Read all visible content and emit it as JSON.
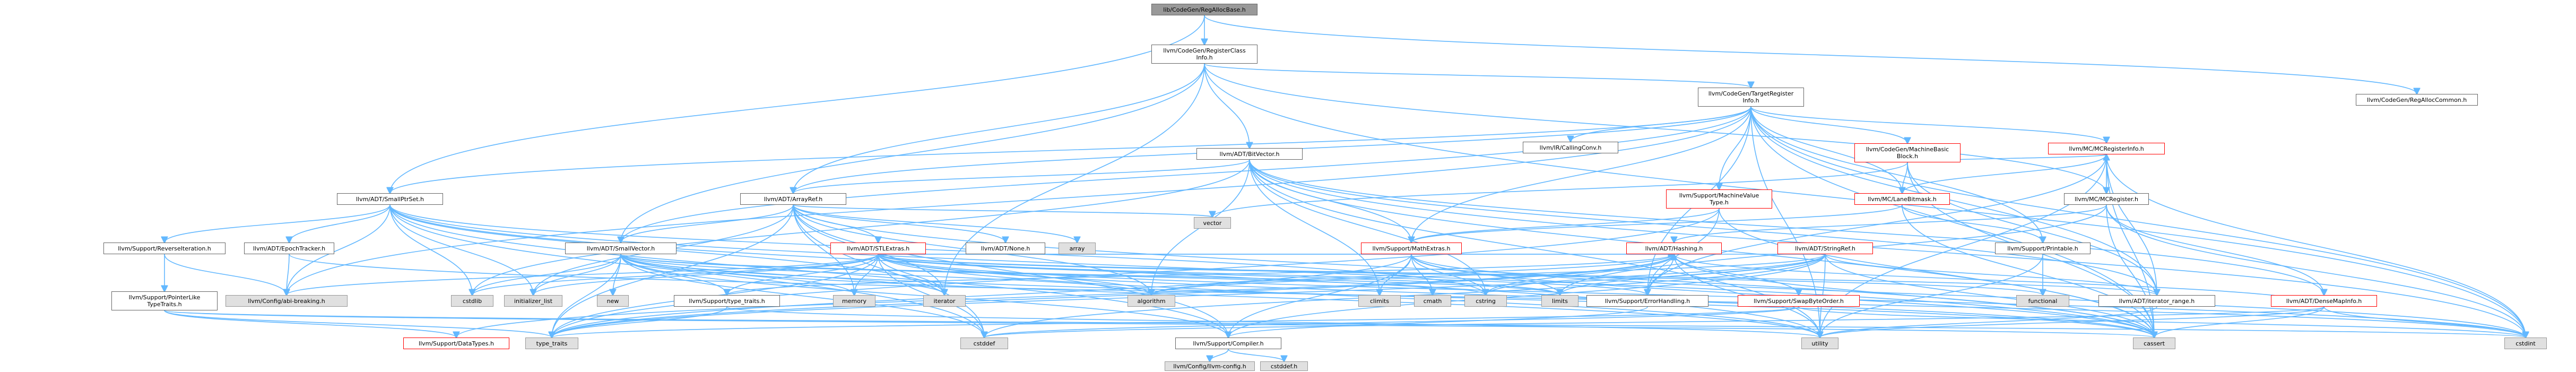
{
  "graph": {
    "nodes": [
      {
        "id": "root",
        "label": "lib/CodeGen/RegAllocBase.h",
        "kind": "root"
      },
      {
        "id": "rci",
        "label": "llvm/CodeGen/RegisterClass\nInfo.h",
        "kind": "file"
      },
      {
        "id": "rac",
        "label": "llvm/CodeGen/RegAllocCommon.h",
        "kind": "file"
      },
      {
        "id": "sps",
        "label": "llvm/ADT/SmallPtrSet.h",
        "kind": "file"
      },
      {
        "id": "tri",
        "label": "llvm/CodeGen/TargetRegister\nInfo.h",
        "kind": "file"
      },
      {
        "id": "bv",
        "label": "llvm/ADT/BitVector.h",
        "kind": "file"
      },
      {
        "id": "mbb",
        "label": "llvm/CodeGen/MachineBasic\nBlock.h",
        "kind": "linked"
      },
      {
        "id": "mcri",
        "label": "llvm/MC/MCRegisterInfo.h",
        "kind": "linked"
      },
      {
        "id": "cc",
        "label": "llvm/IR/CallingConv.h",
        "kind": "file"
      },
      {
        "id": "ar",
        "label": "llvm/ADT/ArrayRef.h",
        "kind": "file"
      },
      {
        "id": "mvt",
        "label": "llvm/Support/MachineValue\nType.h",
        "kind": "linked"
      },
      {
        "id": "lbm",
        "label": "llvm/MC/LaneBitmask.h",
        "kind": "linked"
      },
      {
        "id": "mcr",
        "label": "llvm/MC/MCRegister.h",
        "kind": "file"
      },
      {
        "id": "rev",
        "label": "llvm/Support/ReverseIteration.h",
        "kind": "file"
      },
      {
        "id": "ept",
        "label": "llvm/ADT/EpochTracker.h",
        "kind": "file"
      },
      {
        "id": "sv",
        "label": "llvm/ADT/SmallVector.h",
        "kind": "file"
      },
      {
        "id": "stl",
        "label": "llvm/ADT/STLExtras.h",
        "kind": "linked"
      },
      {
        "id": "none",
        "label": "llvm/ADT/None.h",
        "kind": "file"
      },
      {
        "id": "array",
        "label": "array",
        "kind": "system"
      },
      {
        "id": "vector",
        "label": "vector",
        "kind": "system"
      },
      {
        "id": "mex",
        "label": "llvm/Support/MathExtras.h",
        "kind": "linked"
      },
      {
        "id": "hash",
        "label": "llvm/ADT/Hashing.h",
        "kind": "linked"
      },
      {
        "id": "sref",
        "label": "llvm/ADT/StringRef.h",
        "kind": "linked"
      },
      {
        "id": "prn",
        "label": "llvm/Support/Printable.h",
        "kind": "file"
      },
      {
        "id": "ptlt",
        "label": "llvm/Support/PointerLike\nTypeTraits.h",
        "kind": "file"
      },
      {
        "id": "cfgbr",
        "label": "llvm/Config/abi-breaking.h",
        "kind": "system"
      },
      {
        "id": "cstdlib",
        "label": "cstdlib",
        "kind": "system"
      },
      {
        "id": "initl",
        "label": "initializer_list",
        "kind": "system"
      },
      {
        "id": "new",
        "label": "new",
        "kind": "system"
      },
      {
        "id": "tt",
        "label": "llvm/Support/type_traits.h",
        "kind": "file"
      },
      {
        "id": "memory",
        "label": "memory",
        "kind": "system"
      },
      {
        "id": "iter",
        "label": "iterator",
        "kind": "system"
      },
      {
        "id": "algo",
        "label": "algorithm",
        "kind": "system"
      },
      {
        "id": "cmath",
        "label": "cmath",
        "kind": "system"
      },
      {
        "id": "cstring",
        "label": "cstring",
        "kind": "system"
      },
      {
        "id": "climits",
        "label": "climits",
        "kind": "system"
      },
      {
        "id": "limits",
        "label": "limits",
        "kind": "system"
      },
      {
        "id": "err",
        "label": "llvm/Support/ErrorHandling.h",
        "kind": "file"
      },
      {
        "id": "swap",
        "label": "llvm/Support/SwapByteOrder.h",
        "kind": "linked"
      },
      {
        "id": "func",
        "label": "functional",
        "kind": "system"
      },
      {
        "id": "itr",
        "label": "llvm/ADT/iterator_range.h",
        "kind": "file"
      },
      {
        "id": "dmi",
        "label": "llvm/ADT/DenseMapInfo.h",
        "kind": "linked"
      },
      {
        "id": "dt",
        "label": "llvm/Support/DataTypes.h",
        "kind": "linked"
      },
      {
        "id": "typetraits",
        "label": "type_traits",
        "kind": "system"
      },
      {
        "id": "cstddef",
        "label": "cstddef",
        "kind": "system"
      },
      {
        "id": "comp",
        "label": "llvm/Support/Compiler.h",
        "kind": "file"
      },
      {
        "id": "utility",
        "label": "utility",
        "kind": "system"
      },
      {
        "id": "cassert",
        "label": "cassert",
        "kind": "system"
      },
      {
        "id": "cstdint",
        "label": "cstdint",
        "kind": "system"
      },
      {
        "id": "llvmcfg",
        "label": "llvm/Config/llvm-config.h",
        "kind": "system"
      },
      {
        "id": "cstdio",
        "label": "cstddef.h",
        "kind": "system"
      }
    ],
    "edges": [
      [
        "root",
        "rci"
      ],
      [
        "root",
        "rac"
      ],
      [
        "root",
        "sps"
      ],
      [
        "rci",
        "tri"
      ],
      [
        "rci",
        "bv"
      ],
      [
        "rci",
        "ar"
      ],
      [
        "rci",
        "sv"
      ],
      [
        "rci",
        "iter"
      ],
      [
        "rci",
        "cstdint"
      ],
      [
        "rci",
        "mcr"
      ],
      [
        "rac",
        "functional_gate"
      ],
      [
        "tri",
        "cc"
      ],
      [
        "tri",
        "mbb"
      ],
      [
        "tri",
        "mcri"
      ],
      [
        "tri",
        "mvt"
      ],
      [
        "tri",
        "lbm"
      ],
      [
        "tri",
        "prn"
      ],
      [
        "tri",
        "ar"
      ],
      [
        "tri",
        "sps"
      ],
      [
        "tri",
        "sv"
      ],
      [
        "tri",
        "itr"
      ],
      [
        "tri",
        "err"
      ],
      [
        "tri",
        "mex"
      ],
      [
        "tri",
        "cassert"
      ],
      [
        "tri",
        "cstdint"
      ],
      [
        "tri",
        "utility"
      ],
      [
        "tri",
        "cfgbr"
      ],
      [
        "mbb",
        "lbm"
      ],
      [
        "mbb",
        "mcri"
      ],
      [
        "mbb",
        "itr"
      ],
      [
        "mbb",
        "cassert"
      ],
      [
        "mbb",
        "vector"
      ],
      [
        "mcri",
        "mcr"
      ],
      [
        "mcri",
        "lbm"
      ],
      [
        "mcri",
        "itr"
      ],
      [
        "mcri",
        "err"
      ],
      [
        "mcri",
        "cassert"
      ],
      [
        "mcri",
        "cstdint"
      ],
      [
        "mcri",
        "utility"
      ],
      [
        "mcr",
        "dmi"
      ],
      [
        "mcr",
        "hash"
      ],
      [
        "mcr",
        "cassert"
      ],
      [
        "mcr",
        "cstdint"
      ],
      [
        "mcr",
        "limits"
      ],
      [
        "bv",
        "ar"
      ],
      [
        "bv",
        "itr"
      ],
      [
        "bv",
        "dmi"
      ],
      [
        "bv",
        "mex"
      ],
      [
        "bv",
        "algo"
      ],
      [
        "bv",
        "cassert"
      ],
      [
        "bv",
        "climits"
      ],
      [
        "bv",
        "cstdint"
      ],
      [
        "bv",
        "cstdlib"
      ],
      [
        "bv",
        "cstring"
      ],
      [
        "bv",
        "utility"
      ],
      [
        "sps",
        "rev"
      ],
      [
        "sps",
        "ept"
      ],
      [
        "sps",
        "cfgbr"
      ],
      [
        "sps",
        "comp"
      ],
      [
        "sps",
        "type_traits_gate"
      ],
      [
        "sps",
        "cstdlib"
      ],
      [
        "sps",
        "initl"
      ],
      [
        "sps",
        "iter"
      ],
      [
        "sps",
        "utility"
      ],
      [
        "sps",
        "cassert"
      ],
      [
        "sps",
        "cstddef"
      ],
      [
        "sps",
        "cstring"
      ],
      [
        "ar",
        "sv"
      ],
      [
        "ar",
        "stl"
      ],
      [
        "ar",
        "none"
      ],
      [
        "ar",
        "array"
      ],
      [
        "ar",
        "vector"
      ],
      [
        "ar",
        "comp"
      ],
      [
        "ar",
        "algo"
      ],
      [
        "ar",
        "cassert"
      ],
      [
        "ar",
        "cstddef"
      ],
      [
        "ar",
        "initl"
      ],
      [
        "ar",
        "iter"
      ],
      [
        "ar",
        "memory"
      ],
      [
        "ar",
        "typetraits"
      ],
      [
        "rev",
        "ptlt"
      ],
      [
        "rev",
        "cfgbr"
      ],
      [
        "ptlt",
        "dt"
      ],
      [
        "ptlt",
        "cassert"
      ],
      [
        "ptlt",
        "cstdint"
      ],
      [
        "ptlt",
        "typetraits"
      ],
      [
        "ept",
        "cfgbr"
      ],
      [
        "ept",
        "cstdint"
      ],
      [
        "sv",
        "comp"
      ],
      [
        "sv",
        "tt"
      ],
      [
        "sv",
        "algo"
      ],
      [
        "sv",
        "cassert"
      ],
      [
        "sv",
        "cstddef"
      ],
      [
        "sv",
        "cstdlib"
      ],
      [
        "sv",
        "cstring"
      ],
      [
        "sv",
        "functional_gate"
      ],
      [
        "sv",
        "initl"
      ],
      [
        "sv",
        "iter"
      ],
      [
        "sv",
        "limits"
      ],
      [
        "sv",
        "memory"
      ],
      [
        "sv",
        "new"
      ],
      [
        "sv",
        "typetraits"
      ],
      [
        "sv",
        "utility"
      ],
      [
        "stl",
        "hash"
      ],
      [
        "stl",
        "tt"
      ],
      [
        "stl",
        "err"
      ],
      [
        "stl",
        "itr"
      ],
      [
        "stl",
        "algo"
      ],
      [
        "stl",
        "cassert"
      ],
      [
        "stl",
        "cstddef"
      ],
      [
        "stl",
        "cstdint"
      ],
      [
        "stl",
        "cstdlib"
      ],
      [
        "stl",
        "func"
      ],
      [
        "stl",
        "initl"
      ],
      [
        "stl",
        "iter"
      ],
      [
        "stl",
        "limits"
      ],
      [
        "stl",
        "memory"
      ],
      [
        "stl",
        "typetraits"
      ],
      [
        "stl",
        "utility"
      ],
      [
        "stl",
        "cfgbr"
      ],
      [
        "mvt",
        "mex"
      ],
      [
        "mvt",
        "err"
      ],
      [
        "mvt",
        "cassert"
      ],
      [
        "mvt",
        "typetraits"
      ],
      [
        "lbm",
        "mex"
      ],
      [
        "lbm",
        "prn"
      ],
      [
        "lbm",
        "cassert"
      ],
      [
        "mex",
        "comp"
      ],
      [
        "mex",
        "cassert"
      ],
      [
        "mex",
        "climits"
      ],
      [
        "mex",
        "cmath"
      ],
      [
        "mex",
        "cstdint"
      ],
      [
        "mex",
        "cstring"
      ],
      [
        "mex",
        "limits"
      ],
      [
        "mex",
        "typetraits"
      ],
      [
        "hash",
        "err"
      ],
      [
        "hash",
        "dt"
      ],
      [
        "hash",
        "swap"
      ],
      [
        "hash",
        "tt"
      ],
      [
        "hash",
        "algo"
      ],
      [
        "hash",
        "cassert"
      ],
      [
        "hash",
        "cstring"
      ],
      [
        "hash",
        "typetraits"
      ],
      [
        "hash",
        "utility"
      ],
      [
        "sref",
        "stl"
      ],
      [
        "sref",
        "itr"
      ],
      [
        "sref",
        "comp"
      ],
      [
        "sref",
        "algo"
      ],
      [
        "sref",
        "cassert"
      ],
      [
        "sref",
        "cstddef"
      ],
      [
        "sref",
        "cstring"
      ],
      [
        "sref",
        "limits"
      ],
      [
        "sref",
        "typetraits"
      ],
      [
        "sref",
        "utility"
      ],
      [
        "prn",
        "func"
      ],
      [
        "prn",
        "utility"
      ],
      [
        "swap",
        "cstddef"
      ],
      [
        "swap",
        "cstdint"
      ],
      [
        "swap",
        "typetraits"
      ],
      [
        "err",
        "comp"
      ],
      [
        "itr",
        "utility"
      ],
      [
        "dmi",
        "hash"
      ],
      [
        "dmi",
        "cassert"
      ],
      [
        "dmi",
        "cstddef"
      ],
      [
        "dmi",
        "cstdint"
      ],
      [
        "dmi",
        "tuple_gate"
      ],
      [
        "dmi",
        "utility"
      ],
      [
        "tt",
        "typetraits"
      ],
      [
        "tt",
        "utility"
      ],
      [
        "comp",
        "llvmcfg"
      ],
      [
        "comp",
        "cstdio"
      ]
    ]
  }
}
